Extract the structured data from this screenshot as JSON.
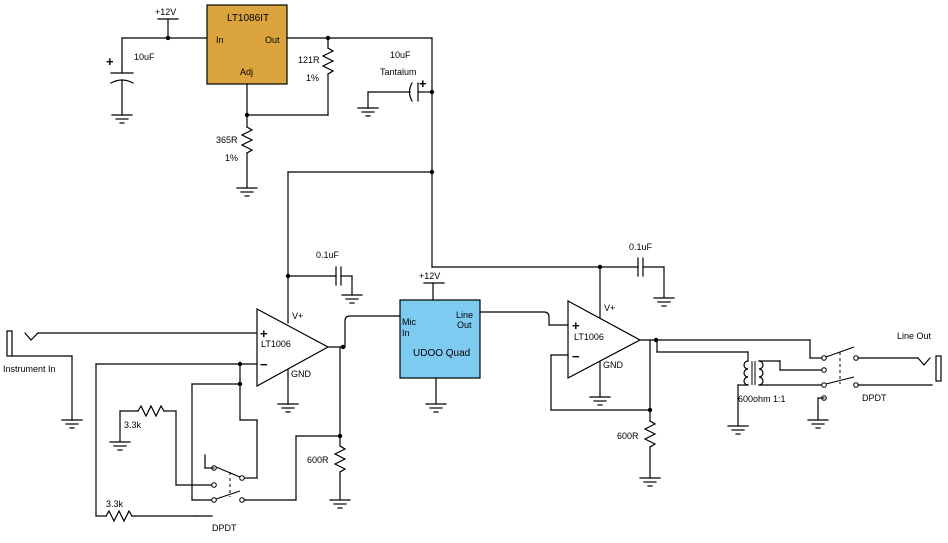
{
  "colors": {
    "regulator": "#dba43c",
    "udoo": "#7ecbf2",
    "wire": "#000000"
  },
  "regulator": {
    "part": "LT1086IT",
    "pin_in": "In",
    "pin_out": "Out",
    "pin_adj": "Adj"
  },
  "supply": {
    "plus12_top": "+12V",
    "plus12_udoo": "+12V"
  },
  "components": {
    "c_in": "10uF",
    "r_top_val": "121R",
    "r_top_tol": "1%",
    "c_tant_val": "10uF",
    "c_tant_type": "Tantalum",
    "r_adj_val": "365R",
    "r_adj_tol": "1%",
    "c_bypass1": "0.1uF",
    "c_bypass2": "0.1uF",
    "r_fb1": "3.3k",
    "r_fb2": "3.3k",
    "r_out1": "600R",
    "r_out2": "600R",
    "switch1": "DPDT",
    "switch2": "DPDT",
    "transformer": "600ohm 1:1"
  },
  "opamp1": {
    "part": "LT1006",
    "vplus": "V+",
    "gnd": "GND",
    "plus": "+",
    "minus": "−"
  },
  "opamp2": {
    "part": "LT1006",
    "vplus": "V+",
    "gnd": "GND",
    "plus": "+",
    "minus": "−"
  },
  "udoo": {
    "name": "UDOO Quad",
    "in1": "Mic",
    "in2": "In",
    "out1": "Line",
    "out2": "Out"
  },
  "jacks": {
    "input": "Instrument In",
    "output": "Line Out"
  },
  "cap_polarity": "+"
}
